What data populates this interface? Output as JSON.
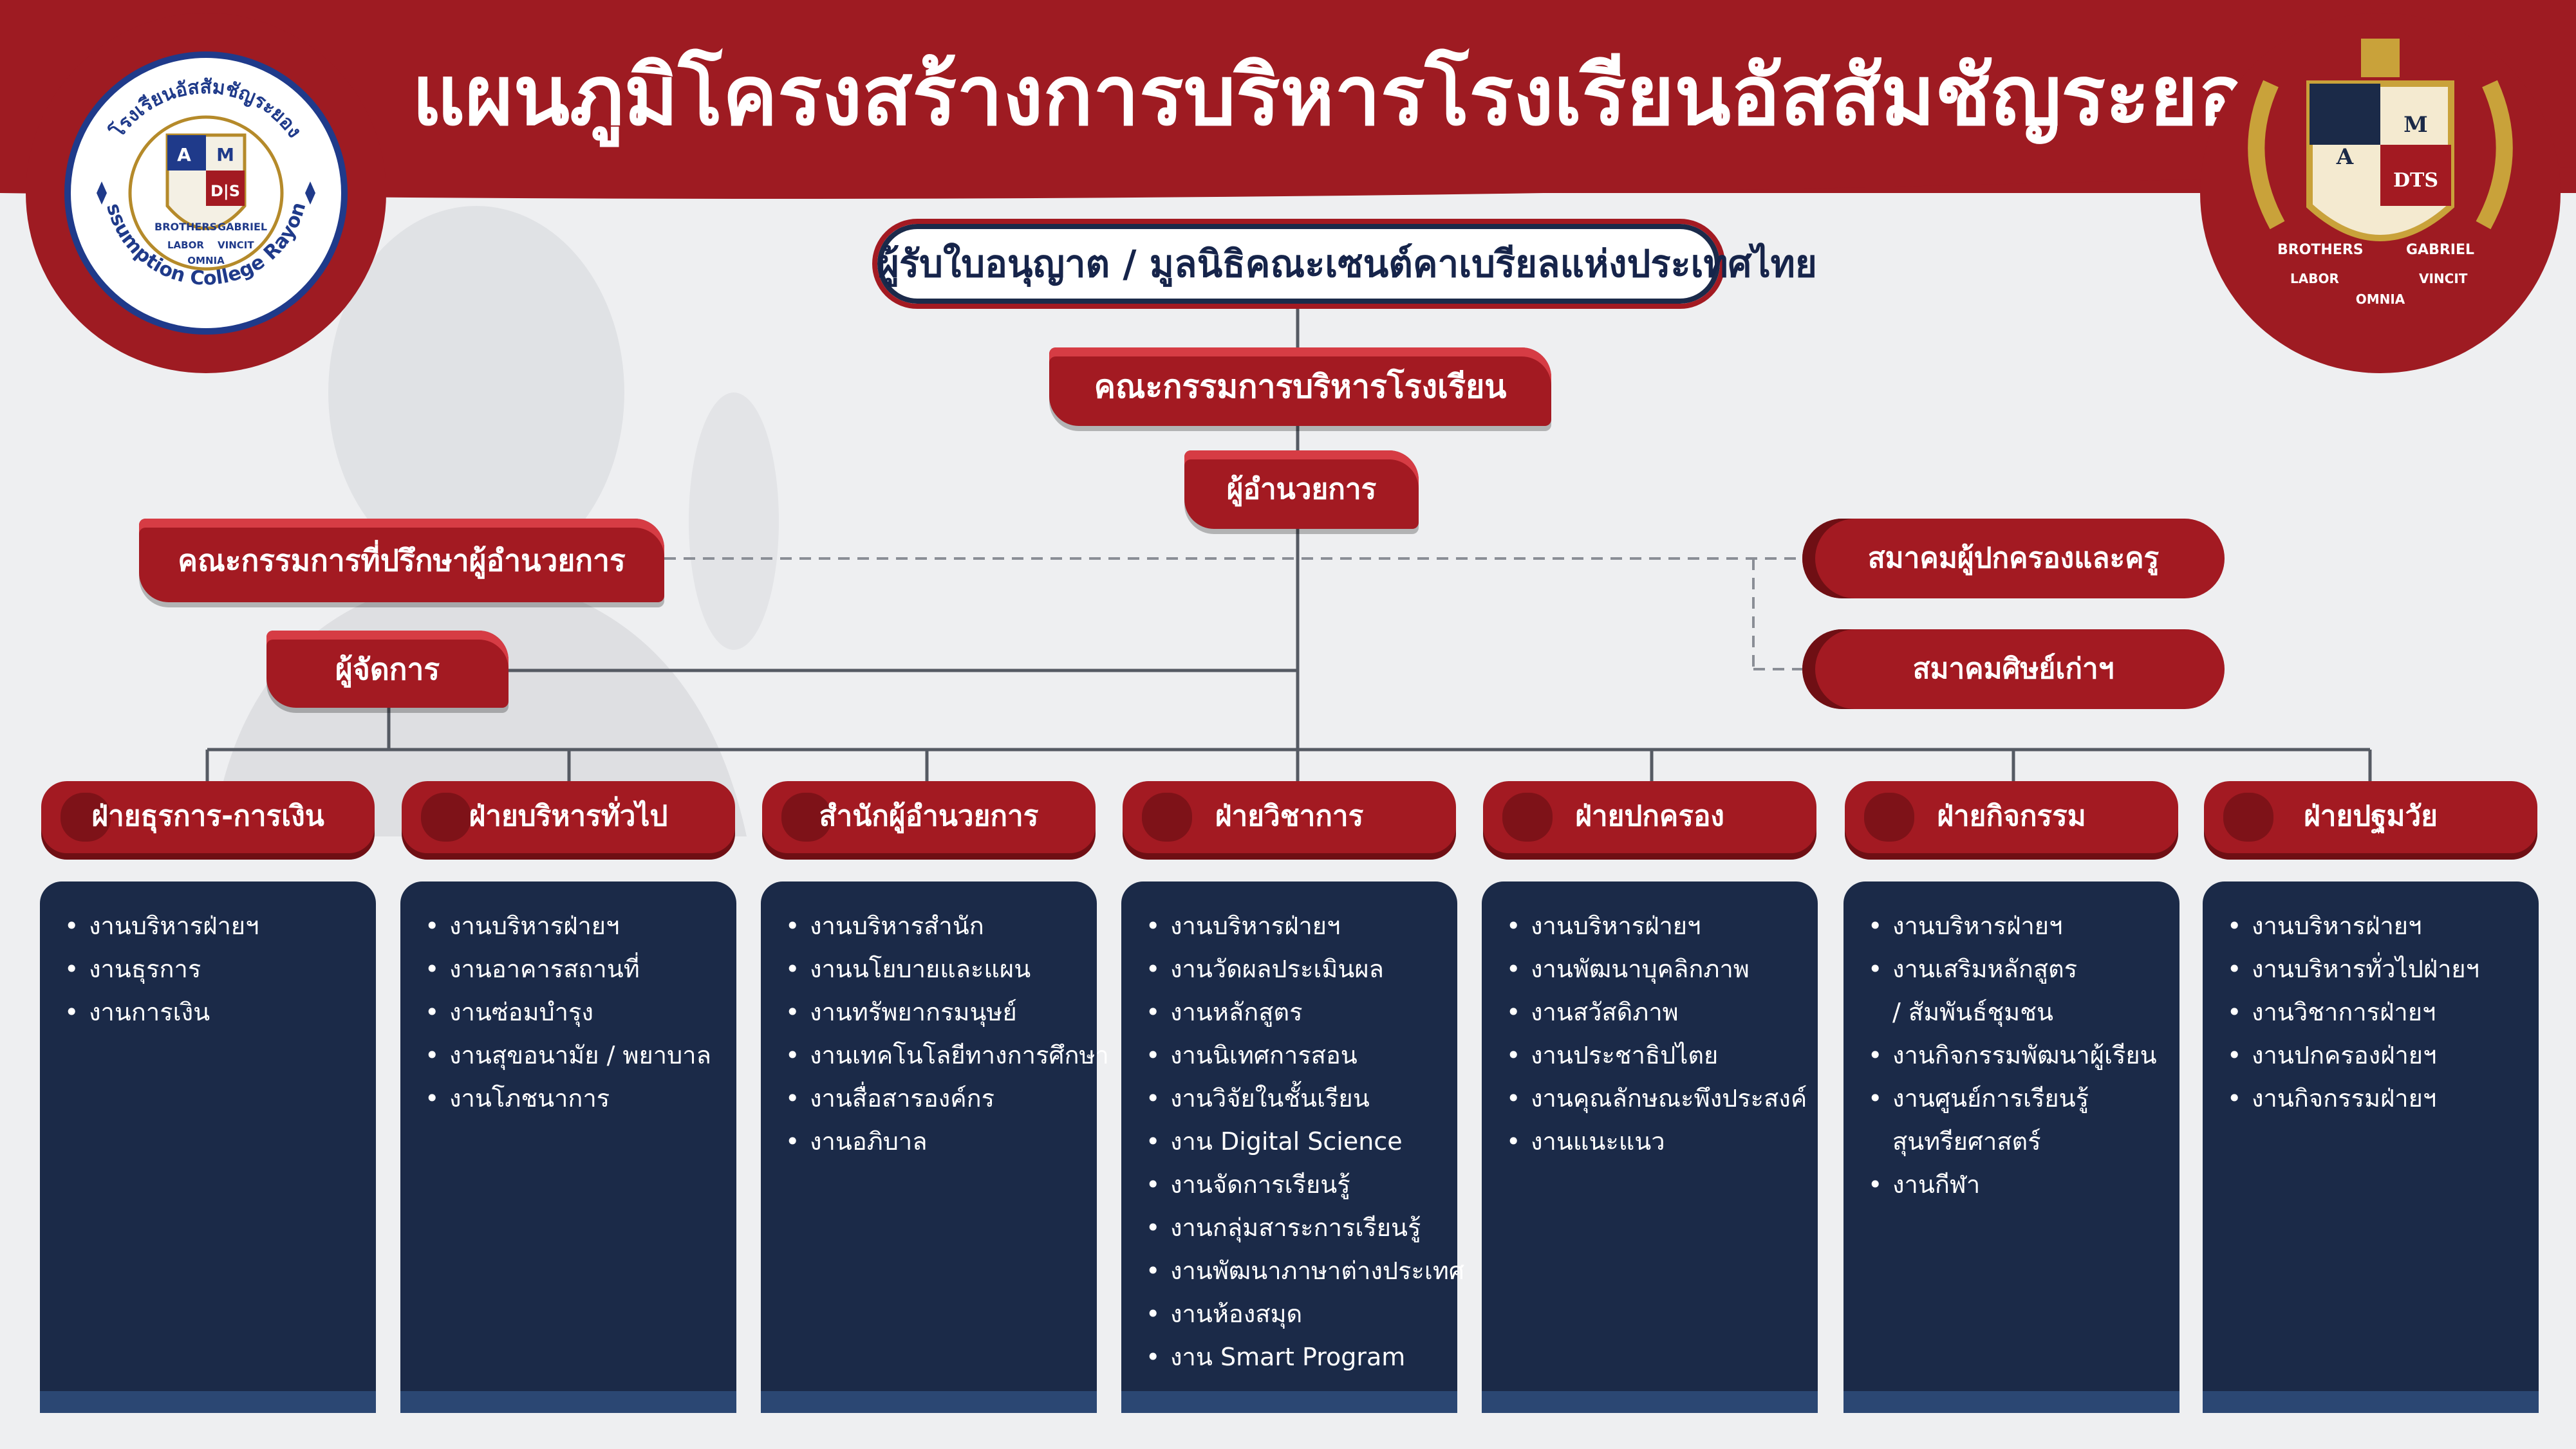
{
  "title": "แผนภูมิโครงสร้างการบริหารโรงเรียนอัสสัมชัญระยอง",
  "logo_left": {
    "arc_text_top": "โรงเรียนอัสสัมชัญระยอง",
    "arc_text_bottom": "Assumption College Rayong",
    "shield_a": "A",
    "shield_m": "M",
    "shield_ds": "D|S",
    "motto_brothers": "BROTHERS",
    "motto_gabriel": "GABRIEL",
    "motto_labor": "LABOR",
    "motto_vincit": "VINCIT",
    "motto_omnia": "OMNIA"
  },
  "logo_right": {
    "shield_a": "A",
    "shield_m": "M",
    "shield_ds": "DTS",
    "motto_brothers": "BROTHERS",
    "motto_gabriel": "GABRIEL",
    "motto_labor": "LABOR",
    "motto_vincit": "VINCIT",
    "motto_omnia": "OMNIA"
  },
  "licensee": "ผู้รับใบอนุญาต / มูลนิธิคณะเซนต์คาเบรียลแห่งประเทศไทย",
  "board": "คณะกรรมการบริหารโรงเรียน",
  "director": "ผู้อำนวยการ",
  "advisory": "คณะกรรมการที่ปรึกษาผู้อำนวยการ",
  "manager": "ผู้จัดการ",
  "parents_assoc": "สมาคมผู้ปกครองและครู",
  "alumni_assoc": "สมาคมศิษย์เก่าฯ",
  "colors": {
    "brand_red": "#a31a22",
    "navy": "#1b2a48",
    "background": "#eeeff1"
  },
  "departments": [
    {
      "name": "ฝ่ายธุรการ-การเงิน",
      "items": [
        "งานบริหารฝ่ายฯ",
        "งานธุรการ",
        "งานการเงิน"
      ]
    },
    {
      "name": "ฝ่ายบริหารทั่วไป",
      "items": [
        "งานบริหารฝ่ายฯ",
        "งานอาคารสถานที่",
        "งานซ่อมบำรุง",
        "งานสุขอนามัย / พยาบาล",
        "งานโภชนาการ"
      ]
    },
    {
      "name": "สำนักผู้อำนวยการ",
      "items": [
        "งานบริหารสำนัก",
        "งานนโยบายและแผน",
        "งานทรัพยากรมนุษย์",
        "งานเทคโนโลยีทางการศึกษา",
        "งานสื่อสารองค์กร",
        "งานอภิบาล"
      ]
    },
    {
      "name": "ฝ่ายวิชาการ",
      "items": [
        "งานบริหารฝ่ายฯ",
        "งานวัดผลประเมินผล",
        "งานหลักสูตร",
        "งานนิเทศการสอน",
        "งานวิจัยในชั้นเรียน",
        "งาน Digital Science",
        "งานจัดการเรียนรู้",
        "งานกลุ่มสาระการเรียนรู้",
        "งานพัฒนาภาษาต่างประเทศ",
        "งานห้องสมุด",
        "งาน Smart Program"
      ]
    },
    {
      "name": "ฝ่ายปกครอง",
      "items": [
        "งานบริหารฝ่ายฯ",
        "งานพัฒนาบุคลิกภาพ",
        "งานสวัสดิภาพ",
        "งานประชาธิปไตย",
        "งานคุณลักษณะพึงประสงค์",
        "งานแนะแนว"
      ]
    },
    {
      "name": "ฝ่ายกิจกรรม",
      "items": [
        "งานบริหารฝ่ายฯ",
        "งานเสริมหลักสูตร",
        "/ สัมพันธ์ชุมชน",
        "งานกิจกรรมพัฒนาผู้เรียน",
        "งานศูนย์การเรียนรู้",
        "สุนทรียศาสตร์",
        "งานกีฬา"
      ]
    },
    {
      "name": "ฝ่ายปฐมวัย",
      "items": [
        "งานบริหารฝ่ายฯ",
        "งานบริหารทั่วไปฝ่ายฯ",
        "งานวิชาการฝ่ายฯ",
        "งานปกครองฝ่ายฯ",
        "งานกิจกรรมฝ่ายฯ"
      ]
    }
  ]
}
